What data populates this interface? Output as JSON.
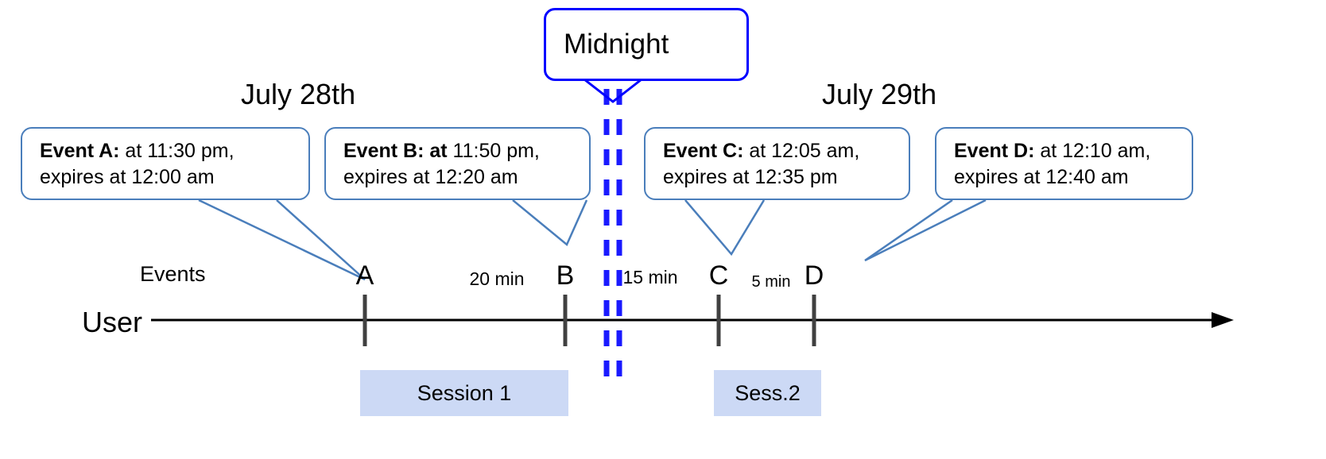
{
  "diagram": {
    "title": "Event expiry across midnight session timeline",
    "colors": {
      "callout_border": "#4a7ebb",
      "midnight_border": "#0000ff",
      "midnight_dash": "#1a1aff",
      "session_fill": "#ccd9f5",
      "tick": "#404040",
      "axis": "#000000"
    }
  },
  "dates": {
    "left": "July 28th",
    "right": "July 29th"
  },
  "midnight": {
    "label": "Midnight"
  },
  "axis": {
    "row_label": "User",
    "events_label": "Events"
  },
  "ticks": [
    {
      "id": "A",
      "letter": "A"
    },
    {
      "id": "B",
      "letter": "B"
    },
    {
      "id": "C",
      "letter": "C"
    },
    {
      "id": "D",
      "letter": "D"
    }
  ],
  "gaps": [
    {
      "id": "a-b",
      "label": "20 min"
    },
    {
      "id": "b-c",
      "label": "15 min"
    },
    {
      "id": "c-d",
      "label": "5 min"
    }
  ],
  "events": [
    {
      "id": "A",
      "bold": "Event A:",
      "line1_rest": " at 11:30 pm,",
      "line2": "expires at 12:00 am"
    },
    {
      "id": "B",
      "bold": "Event B: at",
      "line1_rest": " 11:50 pm,",
      "line2": "expires at 12:20 am"
    },
    {
      "id": "C",
      "bold": "Event C:",
      "line1_rest": " at 12:05 am,",
      "line2": "expires at 12:35 pm"
    },
    {
      "id": "D",
      "bold": "Event D:",
      "line1_rest": "  at 12:10 am,",
      "line2": "expires at 12:40 am"
    }
  ],
  "sessions": [
    {
      "id": "s1",
      "label": "Session 1"
    },
    {
      "id": "s2",
      "label": "Sess.2"
    }
  ]
}
